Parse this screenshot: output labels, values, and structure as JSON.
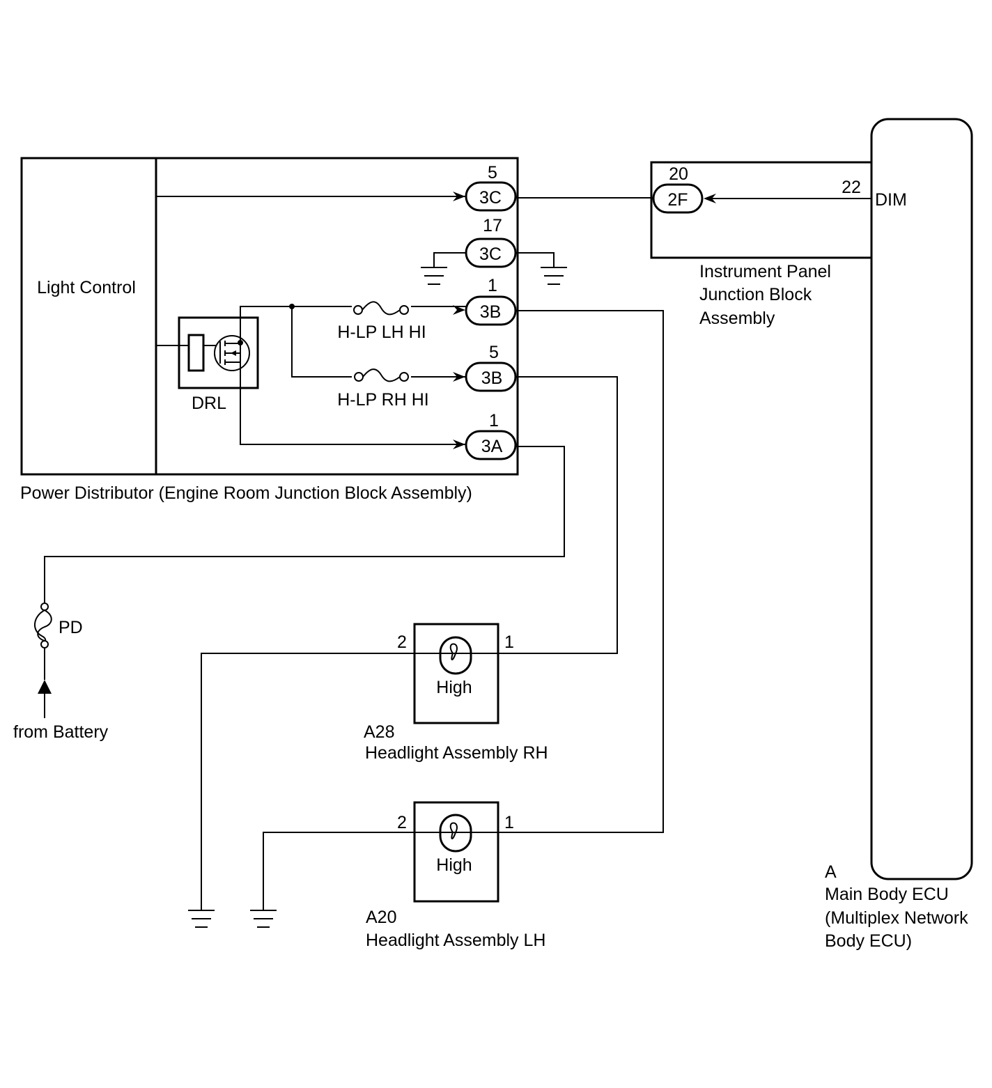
{
  "power_distributor": {
    "title": "Power Distributor (Engine Room Junction Block Assembly)",
    "light_control": "Light Control",
    "drl": "DRL",
    "fuses": [
      "H-LP LH HI",
      "H-LP RH HI"
    ],
    "connectors": [
      {
        "pin": "5",
        "code": "3C"
      },
      {
        "pin": "17",
        "code": "3C"
      },
      {
        "pin": "1",
        "code": "3B"
      },
      {
        "pin": "5",
        "code": "3B"
      },
      {
        "pin": "1",
        "code": "3A"
      }
    ]
  },
  "instrument_panel_jb": {
    "label_lines": [
      "Instrument Panel",
      "Junction Block",
      "Assembly"
    ],
    "pin": "20",
    "code": "2F"
  },
  "main_body_ecu": {
    "connector": "A",
    "label_lines": [
      "Main Body ECU",
      "(Multiplex Network",
      "Body ECU)"
    ],
    "pin": "22",
    "terminal": "DIM"
  },
  "fuse_pd": {
    "label": "PD",
    "source": "from Battery"
  },
  "headlight_rh": {
    "code": "A28",
    "name": "Headlight Assembly RH",
    "bulb": "High",
    "pin_left": "2",
    "pin_right": "1"
  },
  "headlight_lh": {
    "code": "A20",
    "name": "Headlight Assembly LH",
    "bulb": "High",
    "pin_left": "2",
    "pin_right": "1"
  }
}
